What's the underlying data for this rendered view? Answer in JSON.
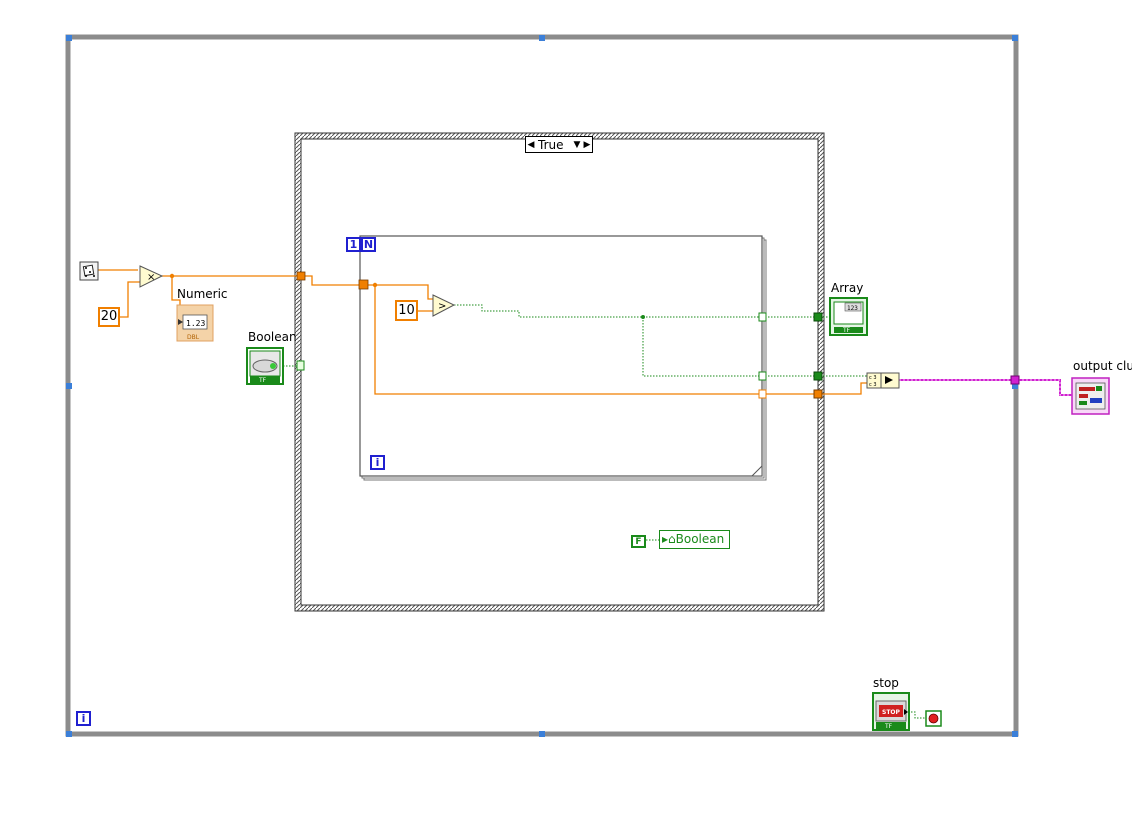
{
  "case_structure": {
    "selector_value": "True"
  },
  "for_loop": {
    "count_terminal": "N",
    "count_wired": "1",
    "iteration_terminal": "i"
  },
  "while_loop": {
    "iteration_terminal": "i"
  },
  "constants": {
    "random_multiplier": "20",
    "compare_value": "10",
    "false_const": "F"
  },
  "labels": {
    "numeric": "Numeric",
    "boolean": "Boolean",
    "array": "Array",
    "output_cluster": "output clu",
    "stop": "stop",
    "local_variable": "Boolean"
  },
  "indicator_text": {
    "numeric_display": "1.23",
    "numeric_type": "DBL",
    "array_display": "123",
    "boolean_type": "TF",
    "array_type": "TF",
    "stop_button": "STOP",
    "stop_type": "TF",
    "multiply_symbol": "×",
    "compare_symbol": ">",
    "bundle_a": "c 3",
    "bundle_b": "c 3"
  },
  "colors": {
    "numeric_wire": "#f07f00",
    "boolean_wire": "#1a8a1a",
    "cluster_wire": "#d020d0",
    "structure_gray": "#8c8c8c",
    "loop_blue": "#2020d0"
  },
  "icons": {
    "random_number": "dice-icon",
    "stop_control": "stop-button-icon",
    "stop_terminal": "red-stop-circle-icon"
  }
}
